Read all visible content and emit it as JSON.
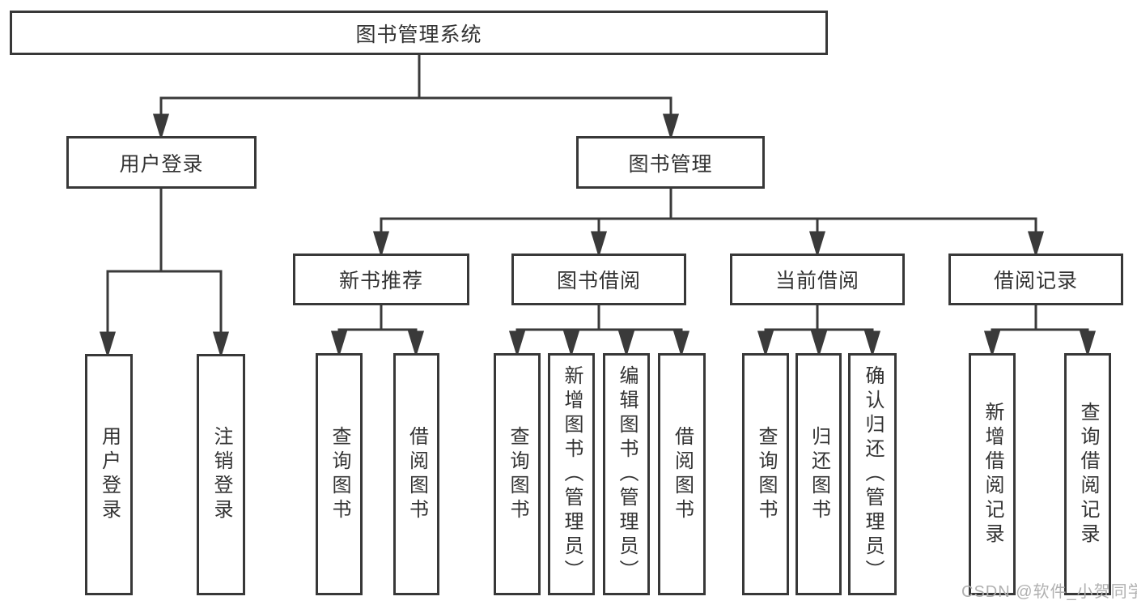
{
  "tree": {
    "root": {
      "label": "图书管理系统"
    },
    "branches": [
      {
        "label": "用户登录",
        "children": [
          {
            "label": "用户登录"
          },
          {
            "label": "注销登录"
          }
        ]
      },
      {
        "label": "图书管理",
        "children": [
          {
            "label": "新书推荐",
            "children": [
              {
                "label": "查询图书"
              },
              {
                "label": "借阅图书"
              }
            ]
          },
          {
            "label": "图书借阅",
            "children": [
              {
                "label": "查询图书"
              },
              {
                "label": "新增图书（管理员）"
              },
              {
                "label": "编辑图书（管理员）"
              },
              {
                "label": "借阅图书"
              }
            ]
          },
          {
            "label": "当前借阅",
            "children": [
              {
                "label": "查询图书"
              },
              {
                "label": "归还图书"
              },
              {
                "label": "确认归还（管理员）"
              }
            ]
          },
          {
            "label": "借阅记录",
            "children": [
              {
                "label": "新增借阅记录"
              },
              {
                "label": "查询借阅记录"
              }
            ]
          }
        ]
      }
    ]
  },
  "watermark": {
    "text": "CSDN @软件_小贺同学"
  },
  "colors": {
    "line": "#3a3a3a",
    "box_border": "#383838",
    "text": "#333333",
    "watermark": "#b0b0b0",
    "background": "#ffffff"
  }
}
